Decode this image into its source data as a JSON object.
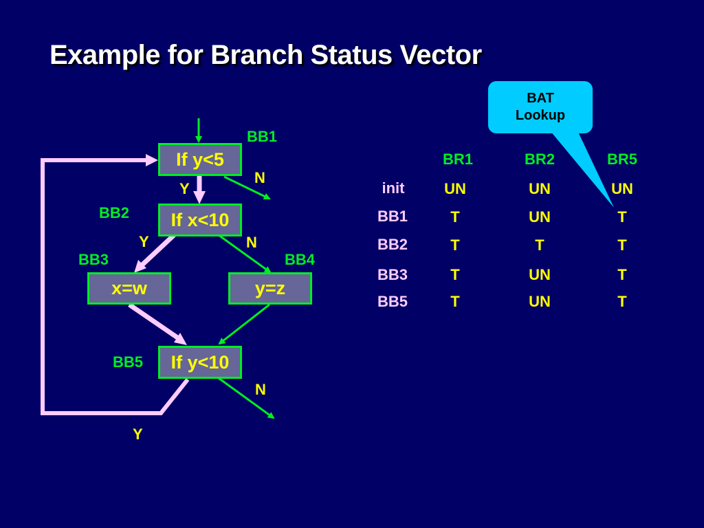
{
  "slide": {
    "title": "Example for Branch Status Vector",
    "colors": {
      "background": "#000066",
      "title": "#ffffff",
      "node_fill": "#666699",
      "node_border": "#00ee22",
      "node_text": "#ffff00",
      "taken_edge": "#ffccff",
      "not_taken_edge": "#00ee22",
      "callout": "#00ccff"
    }
  },
  "cfg": {
    "nodes": [
      {
        "id": "BB1",
        "label": "BB1",
        "code": "If y<5"
      },
      {
        "id": "BB2",
        "label": "BB2",
        "code": "If x<10"
      },
      {
        "id": "BB3",
        "label": "BB3",
        "code": "x=w"
      },
      {
        "id": "BB4",
        "label": "BB4",
        "code": "y=z"
      },
      {
        "id": "BB5",
        "label": "BB5",
        "code": "If y<10"
      }
    ],
    "edges": [
      {
        "from": "entry",
        "to": "BB1",
        "label": "",
        "kind": "entry"
      },
      {
        "from": "BB1",
        "to": "BB2",
        "label": "Y",
        "kind": "taken"
      },
      {
        "from": "BB1",
        "to": "exit",
        "label": "N",
        "kind": "not-taken"
      },
      {
        "from": "BB2",
        "to": "BB3",
        "label": "Y",
        "kind": "taken"
      },
      {
        "from": "BB2",
        "to": "BB4",
        "label": "N",
        "kind": "not-taken"
      },
      {
        "from": "BB3",
        "to": "BB5",
        "label": "",
        "kind": "taken"
      },
      {
        "from": "BB4",
        "to": "BB5",
        "label": "",
        "kind": "not-taken"
      },
      {
        "from": "BB5",
        "to": "BB1",
        "label": "Y",
        "kind": "taken-loop"
      },
      {
        "from": "BB5",
        "to": "exit",
        "label": "N",
        "kind": "not-taken"
      }
    ]
  },
  "callout": {
    "line1": "BAT",
    "line2": "Lookup"
  },
  "status_table": {
    "columns": [
      "BR1",
      "BR2",
      "BR5"
    ],
    "rows": [
      {
        "label": "init",
        "values": [
          "UN",
          "UN",
          "UN"
        ]
      },
      {
        "label": "BB1",
        "values": [
          "T",
          "UN",
          "T"
        ]
      },
      {
        "label": "BB2",
        "values": [
          "T",
          "T",
          "T"
        ]
      },
      {
        "label": "BB3",
        "values": [
          "T",
          "UN",
          "T"
        ]
      },
      {
        "label": "BB5",
        "values": [
          "T",
          "UN",
          "T"
        ]
      }
    ]
  }
}
